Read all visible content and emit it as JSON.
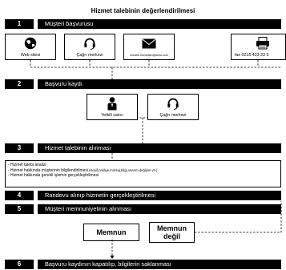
{
  "title": "Hizmet talebinin değerlendirilmesi",
  "steps": [
    {
      "num": "1",
      "label": "Müşteri başvurusu"
    },
    {
      "num": "2",
      "label": "Başvuru kaydı"
    },
    {
      "num": "3",
      "label": "Hizmet talebinin alınması"
    },
    {
      "num": "4",
      "label": "Randevu alınıp hizmetin gerçekleştirilmesi"
    },
    {
      "num": "5",
      "label": "Müşteri memnuniyetinin alınması"
    },
    {
      "num": "6",
      "label": "Başvuru kaydının kapatılıp, bilgilerin saklanması"
    }
  ],
  "channels": [
    {
      "label": "Web sitesi",
      "icon": "globe-icon"
    },
    {
      "label": "Çağrı merkezi",
      "icon": "headset-icon"
    },
    {
      "label": "musteri.hizmetleri@beko.com",
      "icon": "envelope-icon"
    },
    {
      "label": "fax 0216 423 23 5",
      "icon": "fax-icon"
    }
  ],
  "registration": [
    {
      "label": "Yetkili satıcı",
      "icon": "person-icon"
    },
    {
      "label": "Çağrı merkezi",
      "icon": "headset-icon"
    }
  ],
  "details": {
    "line1": "- Hizmet talebi analizi",
    "line2_main": "- Hizmet hakkında müşterinin bilgilendirilmesi",
    "line2_sub": " (Keşif,nakliye,montaj,bilgi,onarım,değişim vb.)",
    "line3": "- Hizmet hakkında gerekli işlemin gerçekleştirilmesi"
  },
  "outcomes": {
    "satisfied": "Memnun",
    "not_satisfied_1": "Memnun",
    "not_satisfied_2": "değil"
  }
}
